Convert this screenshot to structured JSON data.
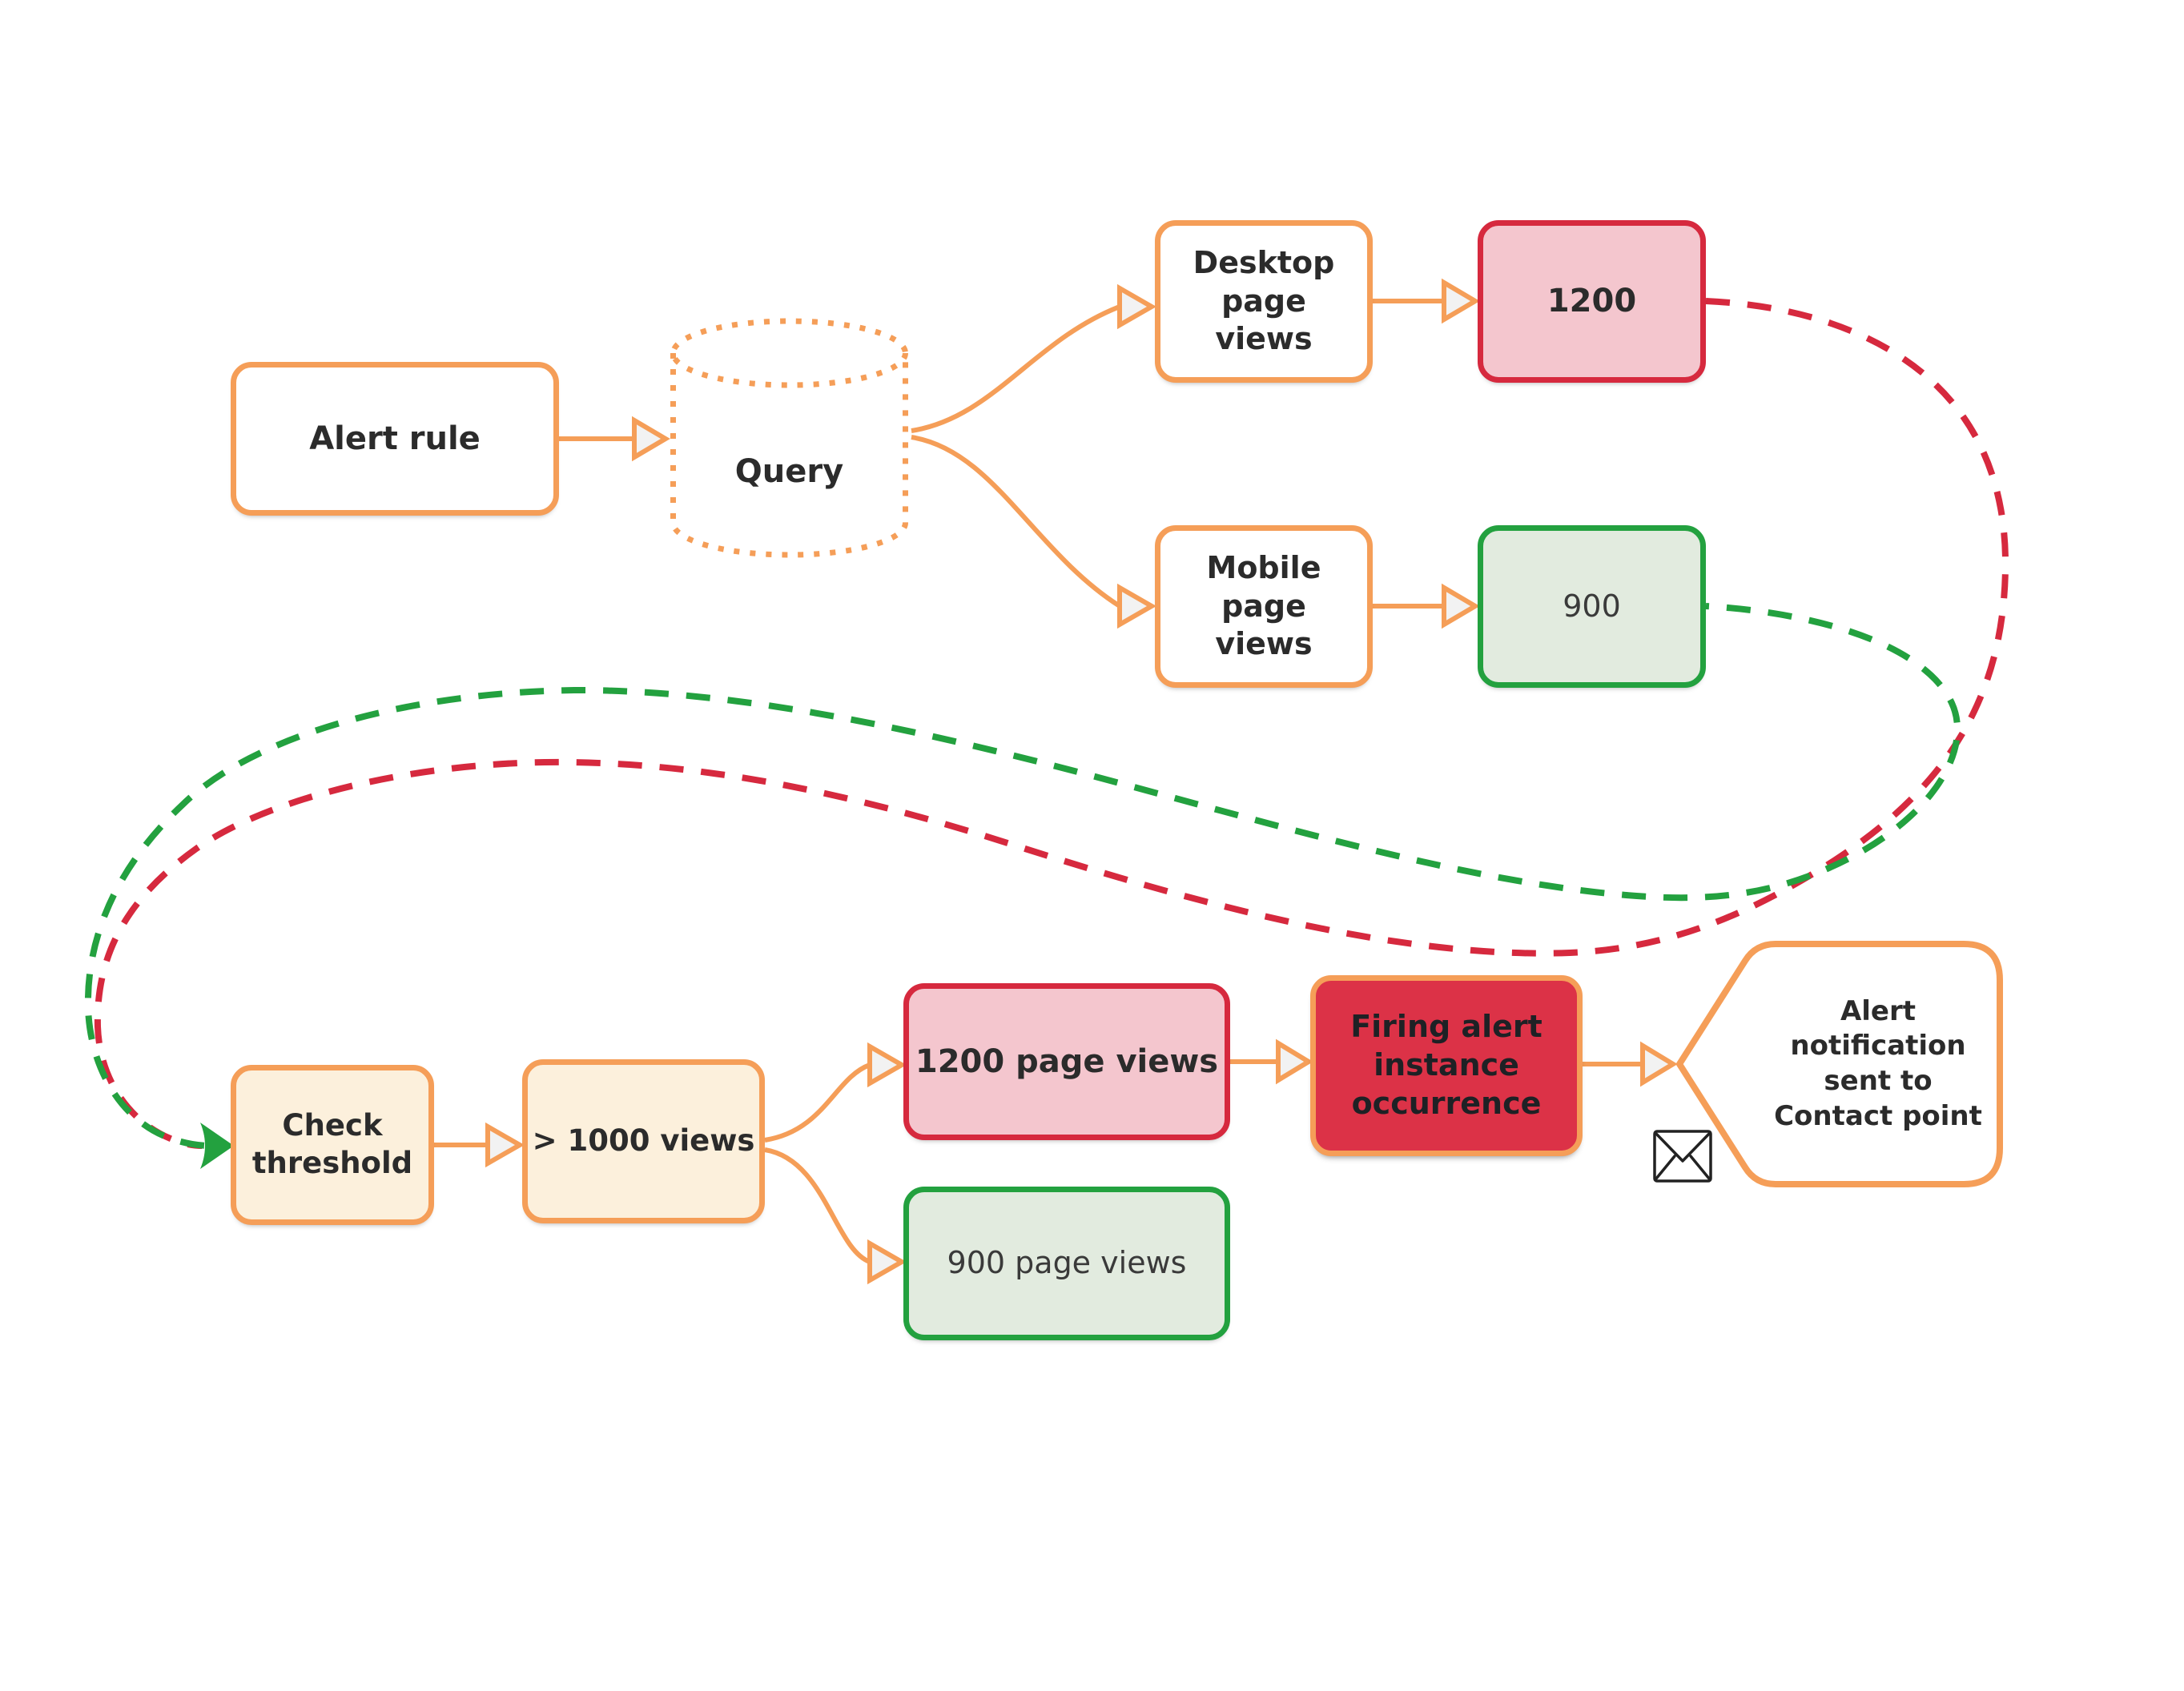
{
  "colors": {
    "orange": "#F59E58",
    "red": "#D6293E",
    "pink": "#F4C6CE",
    "firing-red": "#DC3247",
    "green": "#23A13F",
    "green-fill": "#E2EBDF",
    "cream": "#FCF0DC",
    "ink": "#2B2B2B",
    "arrow-fill": "#F2F2F2"
  },
  "nodes": {
    "alert_rule": {
      "label": "Alert rule"
    },
    "query": {
      "label": "Query"
    },
    "desktop_page_views": {
      "label": "Desktop page views"
    },
    "desktop_value": {
      "label": "1200"
    },
    "mobile_page_views": {
      "label": "Mobile page views"
    },
    "mobile_value": {
      "label": "900"
    },
    "check_threshold": {
      "label": "Check threshold"
    },
    "threshold_condition": {
      "label": "> 1000 views"
    },
    "breaching_series": {
      "label": "1200 page views"
    },
    "normal_series": {
      "label": "900 page views"
    },
    "firing_alert": {
      "label": "Firing alert instance occurrence"
    },
    "alert_notification": {
      "label": "Alert notification sent to Contact point"
    }
  }
}
